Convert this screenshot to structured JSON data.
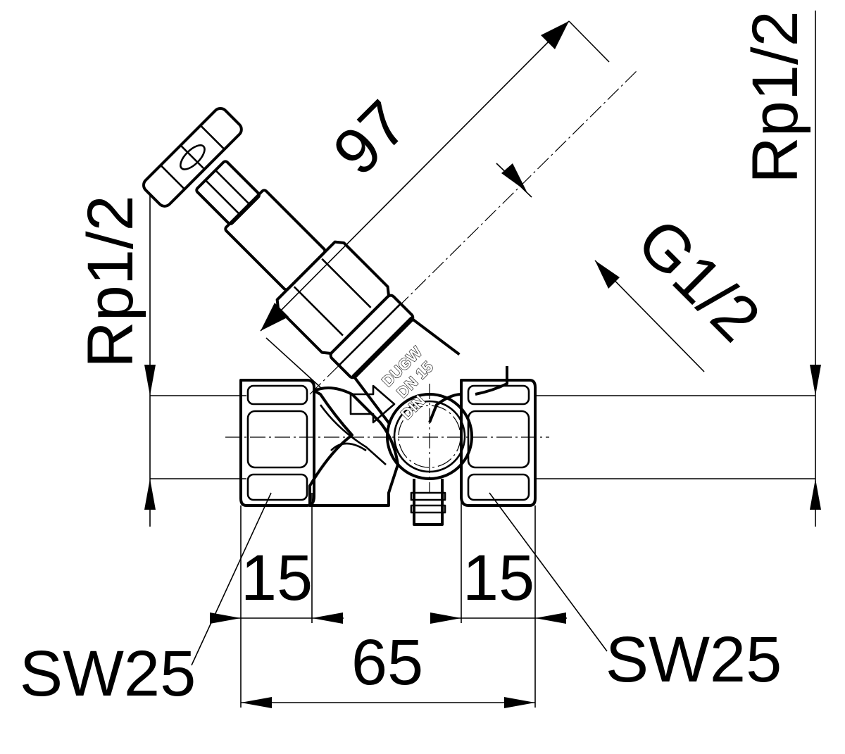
{
  "dimensions": {
    "length_diagonal": "97",
    "inlet_thread": "Rp1/2",
    "outlet_thread": "Rp1/2",
    "stem_thread": "G1/2",
    "left_depth": "15",
    "right_depth": "15",
    "overall_length": "65",
    "wrench_left": "SW25",
    "wrench_right": "SW25"
  },
  "body_markings": {
    "line1": "DUGW",
    "line2": "DN 15",
    "line3": "DIN"
  },
  "colors": {
    "line": "#000000",
    "background": "#ffffff"
  }
}
